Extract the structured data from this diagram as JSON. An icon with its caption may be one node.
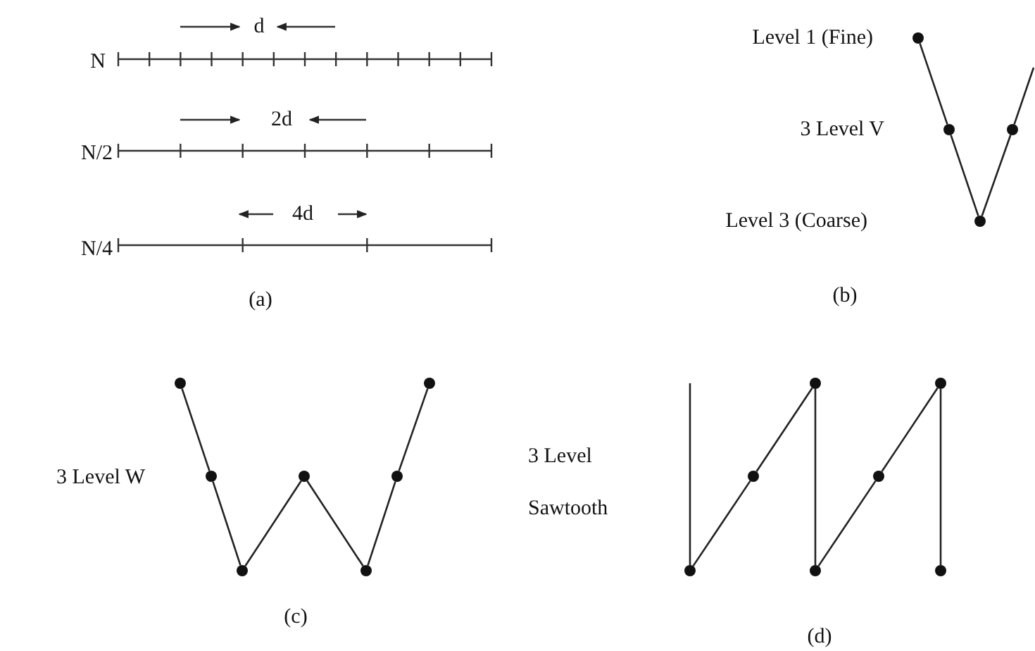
{
  "diagram": {
    "nodes": [
      {
        "text": [],
        "shape": "circle"
      },
      {
        "text": [],
        "shape": "circle"
      },
      {
        "text": [],
        "shape": "circle"
      },
      {
        "text": [],
        "shape": "circle"
      },
      {
        "text": [],
        "shape": "circle"
      },
      {
        "text": [],
        "shape": "circle"
      },
      {
        "text": [],
        "shape": "circle"
      },
      {
        "text": [],
        "shape": "circle"
      },
      {
        "text": [],
        "shape": "circle"
      },
      {
        "text": [],
        "shape": "circle"
      },
      {
        "text": [],
        "shape": "circle"
      },
      {
        "text": [],
        "shape": "circle"
      },
      {
        "text": [],
        "shape": "circle"
      },
      {
        "text": [],
        "shape": "circle"
      },
      {
        "text": [],
        "shape": "circle"
      },
      {
        "text": [],
        "shape": "circle"
      },
      {
        "text": [],
        "shape": "circle"
      },
      {
        "text": [],
        "shape": "circle"
      }
    ],
    "edges": [
      {
        "from": 0,
        "to": 1,
        "arrow": "none"
      },
      {
        "from": 1,
        "to": 2,
        "arrow": "none"
      },
      {
        "from": 2,
        "to": 3,
        "arrow": "none"
      },
      {
        "from": 3,
        "to": null,
        "arrow": "none"
      },
      {
        "from": 4,
        "to": 5,
        "arrow": "none"
      },
      {
        "from": 5,
        "to": 6,
        "arrow": "none"
      },
      {
        "from": 6,
        "to": 7,
        "arrow": "none"
      },
      {
        "from": 7,
        "to": 8,
        "arrow": "none"
      },
      {
        "from": 8,
        "to": 9,
        "arrow": "none"
      },
      {
        "from": 9,
        "to": 10,
        "arrow": "none"
      },
      {
        "from": null,
        "to": 11,
        "arrow": "none"
      },
      {
        "from": 11,
        "to": 12,
        "arrow": "none"
      },
      {
        "from": 12,
        "to": 13,
        "arrow": "none"
      },
      {
        "from": 13,
        "to": 14,
        "arrow": "none"
      },
      {
        "from": 14,
        "to": 15,
        "arrow": "none"
      },
      {
        "from": 15,
        "to": 16,
        "arrow": "none"
      },
      {
        "from": 16,
        "to": 17,
        "arrow": "none"
      }
    ],
    "labels": [
      "d",
      "N",
      "2d",
      "N/2",
      "4d",
      "N/4",
      "(a)",
      "Level 1 (Fine)",
      "3 Level V",
      "Level 3 (Coarse)",
      "(b)",
      "3 Level W",
      "3 Level Sawtooth",
      "(c)",
      "(d)"
    ]
  }
}
